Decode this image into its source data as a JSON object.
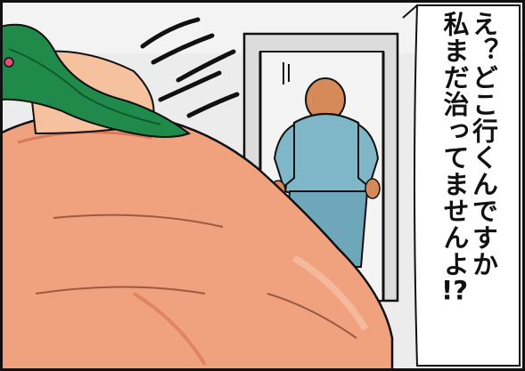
{
  "speech": {
    "line1": "え？どこ行くんですか",
    "line2": "私まだ治ってませんよ",
    "line2_end": "!?"
  },
  "colors": {
    "background_wall": "#ececec",
    "blanket": "#f0a27e",
    "blanket_shadow": "#d9795a",
    "hair": "#1f8a4a",
    "scrubs": "#7fb7c9",
    "skin": "#d68a5a",
    "door_frame": "#c7c7c7",
    "panel_border": "#111111"
  },
  "icons": {
    "motion_lines": "whoosh-lines"
  }
}
